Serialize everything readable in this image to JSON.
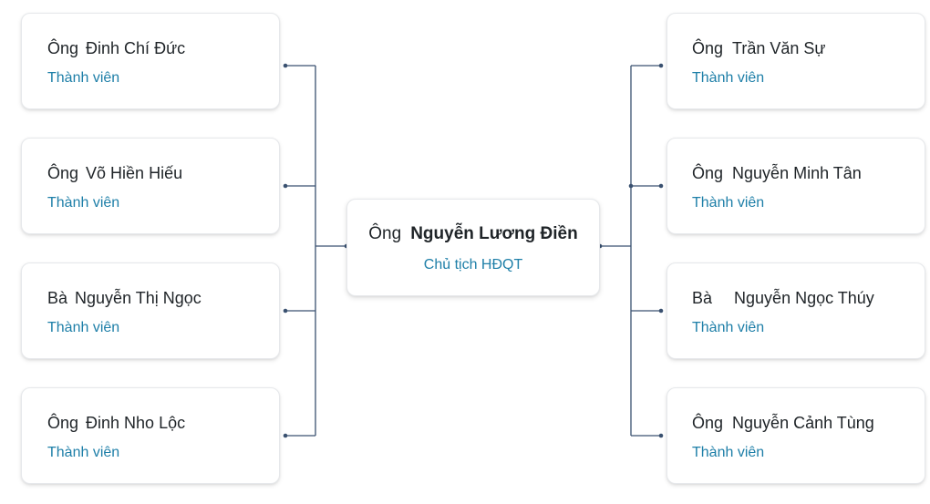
{
  "chairman": {
    "honorific": "Ông",
    "name": "Nguyễn Lương Điền",
    "role": "Chủ tịch HĐQT"
  },
  "left_members": [
    {
      "honorific": "Ông",
      "name": "Đinh Chí Đức",
      "role": "Thành viên"
    },
    {
      "honorific": "Ông",
      "name": "Võ Hiền Hiếu",
      "role": "Thành viên"
    },
    {
      "honorific": "Bà",
      "name": "Nguyễn Thị Ngọc",
      "role": "Thành viên"
    },
    {
      "honorific": "Ông",
      "name": "Đinh Nho Lộc",
      "role": "Thành viên"
    }
  ],
  "right_members": [
    {
      "honorific": "Ông",
      "name": "Trần Văn Sự",
      "role": "Thành viên"
    },
    {
      "honorific": "Ông",
      "name": "Nguyễn Minh Tân",
      "role": "Thành viên"
    },
    {
      "honorific": "Bà",
      "name": "Nguyễn Ngọc Thúy",
      "role": "Thành viên"
    },
    {
      "honorific": "Ông",
      "name": "Nguyễn Cảnh Tùng",
      "role": "Thành viên"
    }
  ],
  "colors": {
    "connector": "#3a5170",
    "role_text": "#1e7fa8",
    "name_text": "#1f2428"
  }
}
